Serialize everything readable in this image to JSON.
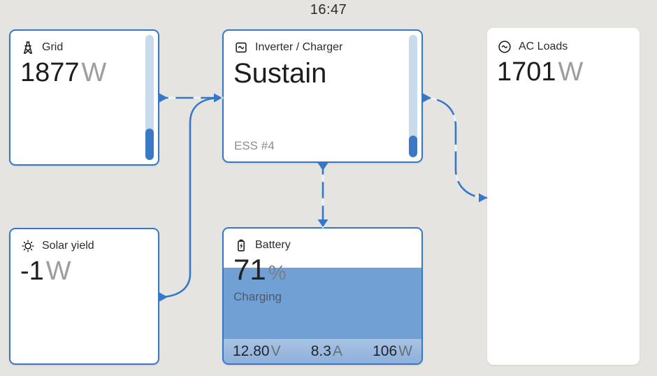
{
  "statusbar": {
    "time": "16:47"
  },
  "colors": {
    "accent": "#3578c8",
    "background": "#e6e4e0",
    "battery_fill": "#70a0d4",
    "gauge_track": "#c9daec",
    "gauge_fill": "#3b79c4"
  },
  "tiles": {
    "grid": {
      "icon": "transmission-tower-icon",
      "label": "Grid",
      "value": "1877",
      "unit": "W",
      "gauge_percent": 25
    },
    "inverter": {
      "icon": "inverter-wave-icon",
      "label": "Inverter / Charger",
      "state": "Sustain",
      "subnote": "ESS #4",
      "gauge_percent": 18
    },
    "ac_loads": {
      "icon": "ac-wave-circle-icon",
      "label": "AC Loads",
      "value": "1701",
      "unit": "W"
    },
    "solar": {
      "icon": "sun-icon",
      "label": "Solar yield",
      "value": "-1",
      "unit": "W"
    },
    "battery": {
      "icon": "battery-bolt-icon",
      "label": "Battery",
      "soc": "71",
      "soc_unit": "%",
      "fill_percent": 71,
      "state": "Charging",
      "voltage": "12.80",
      "voltage_unit": "V",
      "current": "8.3",
      "current_unit": "A",
      "power": "106",
      "power_unit": "W"
    }
  }
}
